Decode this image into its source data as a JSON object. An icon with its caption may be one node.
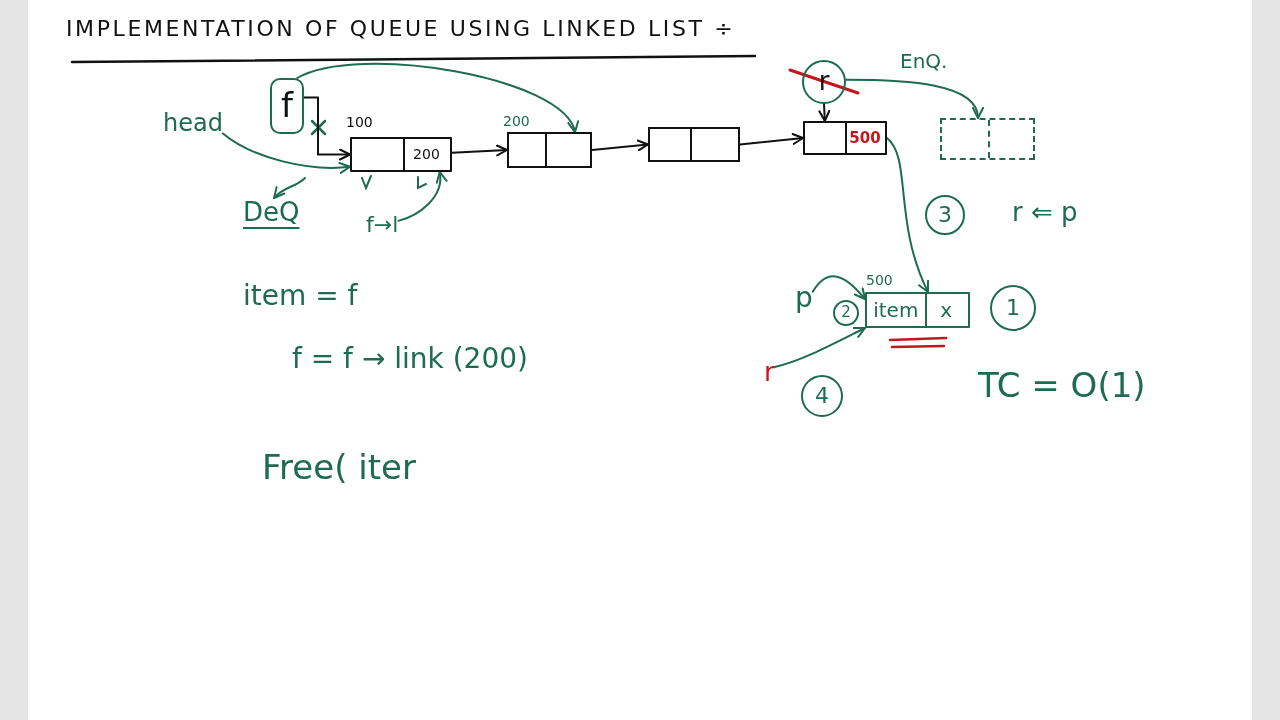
{
  "diagram": {
    "title": "IMPLEMENTATION OF QUEUE USING LINKED LIST ÷",
    "nodes": [
      {
        "text": [
          "f"
        ]
      },
      {
        "text": [
          "head"
        ]
      },
      {
        "text": [
          "200"
        ],
        "beside": [
          "100"
        ]
      },
      {
        "text": [],
        "shape": "box",
        "beside": [
          "200"
        ]
      },
      {
        "text": [],
        "shape": "box"
      },
      {
        "text": [
          "500"
        ]
      },
      {
        "text": [
          "r"
        ]
      },
      {
        "text": [],
        "shape": "box"
      },
      {
        "text": [
          "DeQ"
        ]
      },
      {
        "text": [
          "f→l"
        ]
      },
      {
        "text": [
          "3"
        ]
      },
      {
        "text": [
          "p"
        ]
      },
      {
        "text": [
          "2"
        ]
      },
      {
        "text": [
          "item",
          "x"
        ],
        "beside": [
          "500"
        ]
      },
      {
        "text": [
          "1"
        ]
      },
      {
        "text": [
          "r"
        ]
      },
      {
        "text": [
          "4"
        ]
      }
    ],
    "edges": [
      {
        "from": 0,
        "to": 2,
        "arrow": "to",
        "color": "#111111"
      },
      {
        "from": 0,
        "to": 3,
        "arrow": "to"
      },
      {
        "from": 1,
        "to": 2,
        "arrow": "to"
      },
      {
        "from": null,
        "to": 8,
        "arrow": "to"
      },
      {
        "from": 2,
        "to": 3,
        "arrow": "to",
        "color": "#111111"
      },
      {
        "from": 3,
        "to": 4,
        "arrow": "to",
        "color": "#111111"
      },
      {
        "from": 4,
        "to": 5,
        "arrow": "to",
        "color": "#111111"
      },
      {
        "from": 6,
        "to": 5,
        "arrow": "to",
        "color": "#111111"
      },
      {
        "from": 6,
        "to": 7,
        "arrow": "to",
        "label": "EnQ."
      },
      {
        "from": 9,
        "to": 2,
        "arrow": "to"
      },
      {
        "from": 5,
        "to": 13,
        "arrow": "to"
      },
      {
        "from": 11,
        "to": 13,
        "arrow": "to"
      },
      {
        "from": 15,
        "to": 13,
        "arrow": "to"
      }
    ],
    "labels": [
      "r ⇐ p",
      "item = f",
      "f = f → link (200)",
      "TC = O(1)",
      "Free( iter"
    ]
  }
}
